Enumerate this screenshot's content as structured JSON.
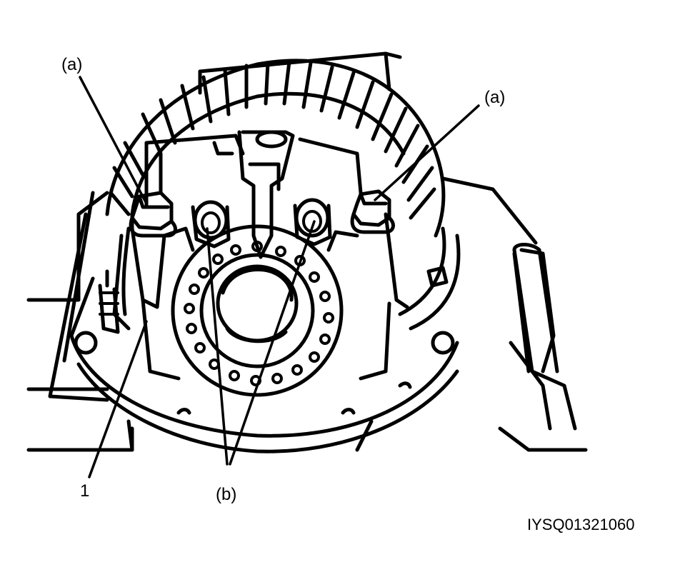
{
  "labels": {
    "a_left": "(a)",
    "a_right": "(a)",
    "b": "(b)",
    "one": "1",
    "figure_code": "IYSQ01321060"
  },
  "colors": {
    "ink": "#000000",
    "paper": "#ffffff",
    "shade": "#d0d0d0"
  }
}
